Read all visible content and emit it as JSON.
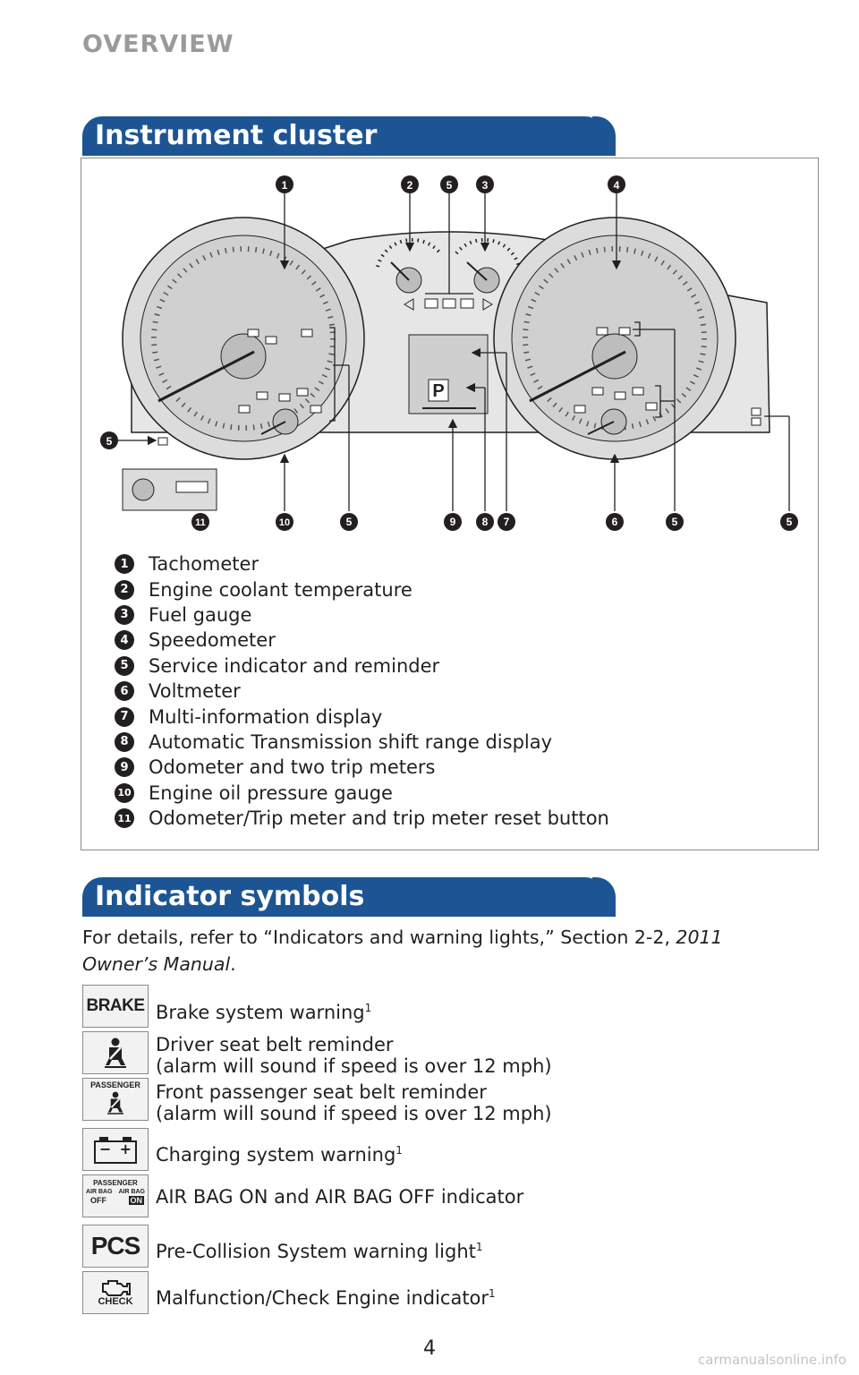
{
  "header": {
    "section": "OVERVIEW"
  },
  "cluster": {
    "title": "Instrument cluster",
    "callouts": {
      "top": [
        "1",
        "2",
        "5",
        "3",
        "4"
      ],
      "left": "5",
      "bottom": [
        "11",
        "10",
        "5",
        "9",
        "8",
        "7",
        "6",
        "5",
        "5"
      ]
    },
    "shift_letter": "P",
    "legend": [
      {
        "num": "1",
        "label": "Tachometer"
      },
      {
        "num": "2",
        "label": "Engine coolant temperature"
      },
      {
        "num": "3",
        "label": "Fuel gauge"
      },
      {
        "num": "4",
        "label": "Speedometer"
      },
      {
        "num": "5",
        "label": "Service indicator and reminder"
      },
      {
        "num": "6",
        "label": "Voltmeter"
      },
      {
        "num": "7",
        "label": "Multi-information display"
      },
      {
        "num": "8",
        "label": "Automatic Transmission shift range display"
      },
      {
        "num": "9",
        "label": "Odometer and two trip meters"
      },
      {
        "num": "10",
        "label": "Engine oil pressure gauge"
      },
      {
        "num": "11",
        "label": "Odometer/Trip meter and trip meter reset button"
      }
    ]
  },
  "indicators": {
    "title": "Indicator symbols",
    "intro": "For details, refer to “Indicators and warning lights,” Section 2-2, ",
    "intro_italic": "2011 Owner’s Manual",
    "intro_end": ".",
    "items": [
      {
        "icon": "BRAKE",
        "label": "Brake system warning",
        "sup": "1"
      },
      {
        "icon": "seatbelt-icon",
        "label": "Driver seat belt reminder",
        "label2": "(alarm will sound if speed is over 12 mph)"
      },
      {
        "icon": "PASSENGER",
        "label": "Front passenger seat belt reminder",
        "label2": "(alarm will sound if speed is over 12 mph)"
      },
      {
        "icon": "battery-icon",
        "battery_minus": "−",
        "battery_plus": "+",
        "label": "Charging system warning",
        "sup": "1"
      },
      {
        "icon_top": "PASSENGER",
        "icon_left": "AIR BAG",
        "icon_left2": "OFF",
        "icon_right": "AIR BAG",
        "icon_right2": "ON",
        "label": "AIR BAG ON and AIR BAG OFF indicator"
      },
      {
        "icon": "PCS",
        "label": "Pre-Collision System warning light",
        "sup": "1"
      },
      {
        "icon": "CHECK",
        "label": "Malfunction/Check Engine indicator",
        "sup": "1"
      }
    ]
  },
  "footer": {
    "page": "4",
    "watermark": "carmanualsonline.info"
  }
}
